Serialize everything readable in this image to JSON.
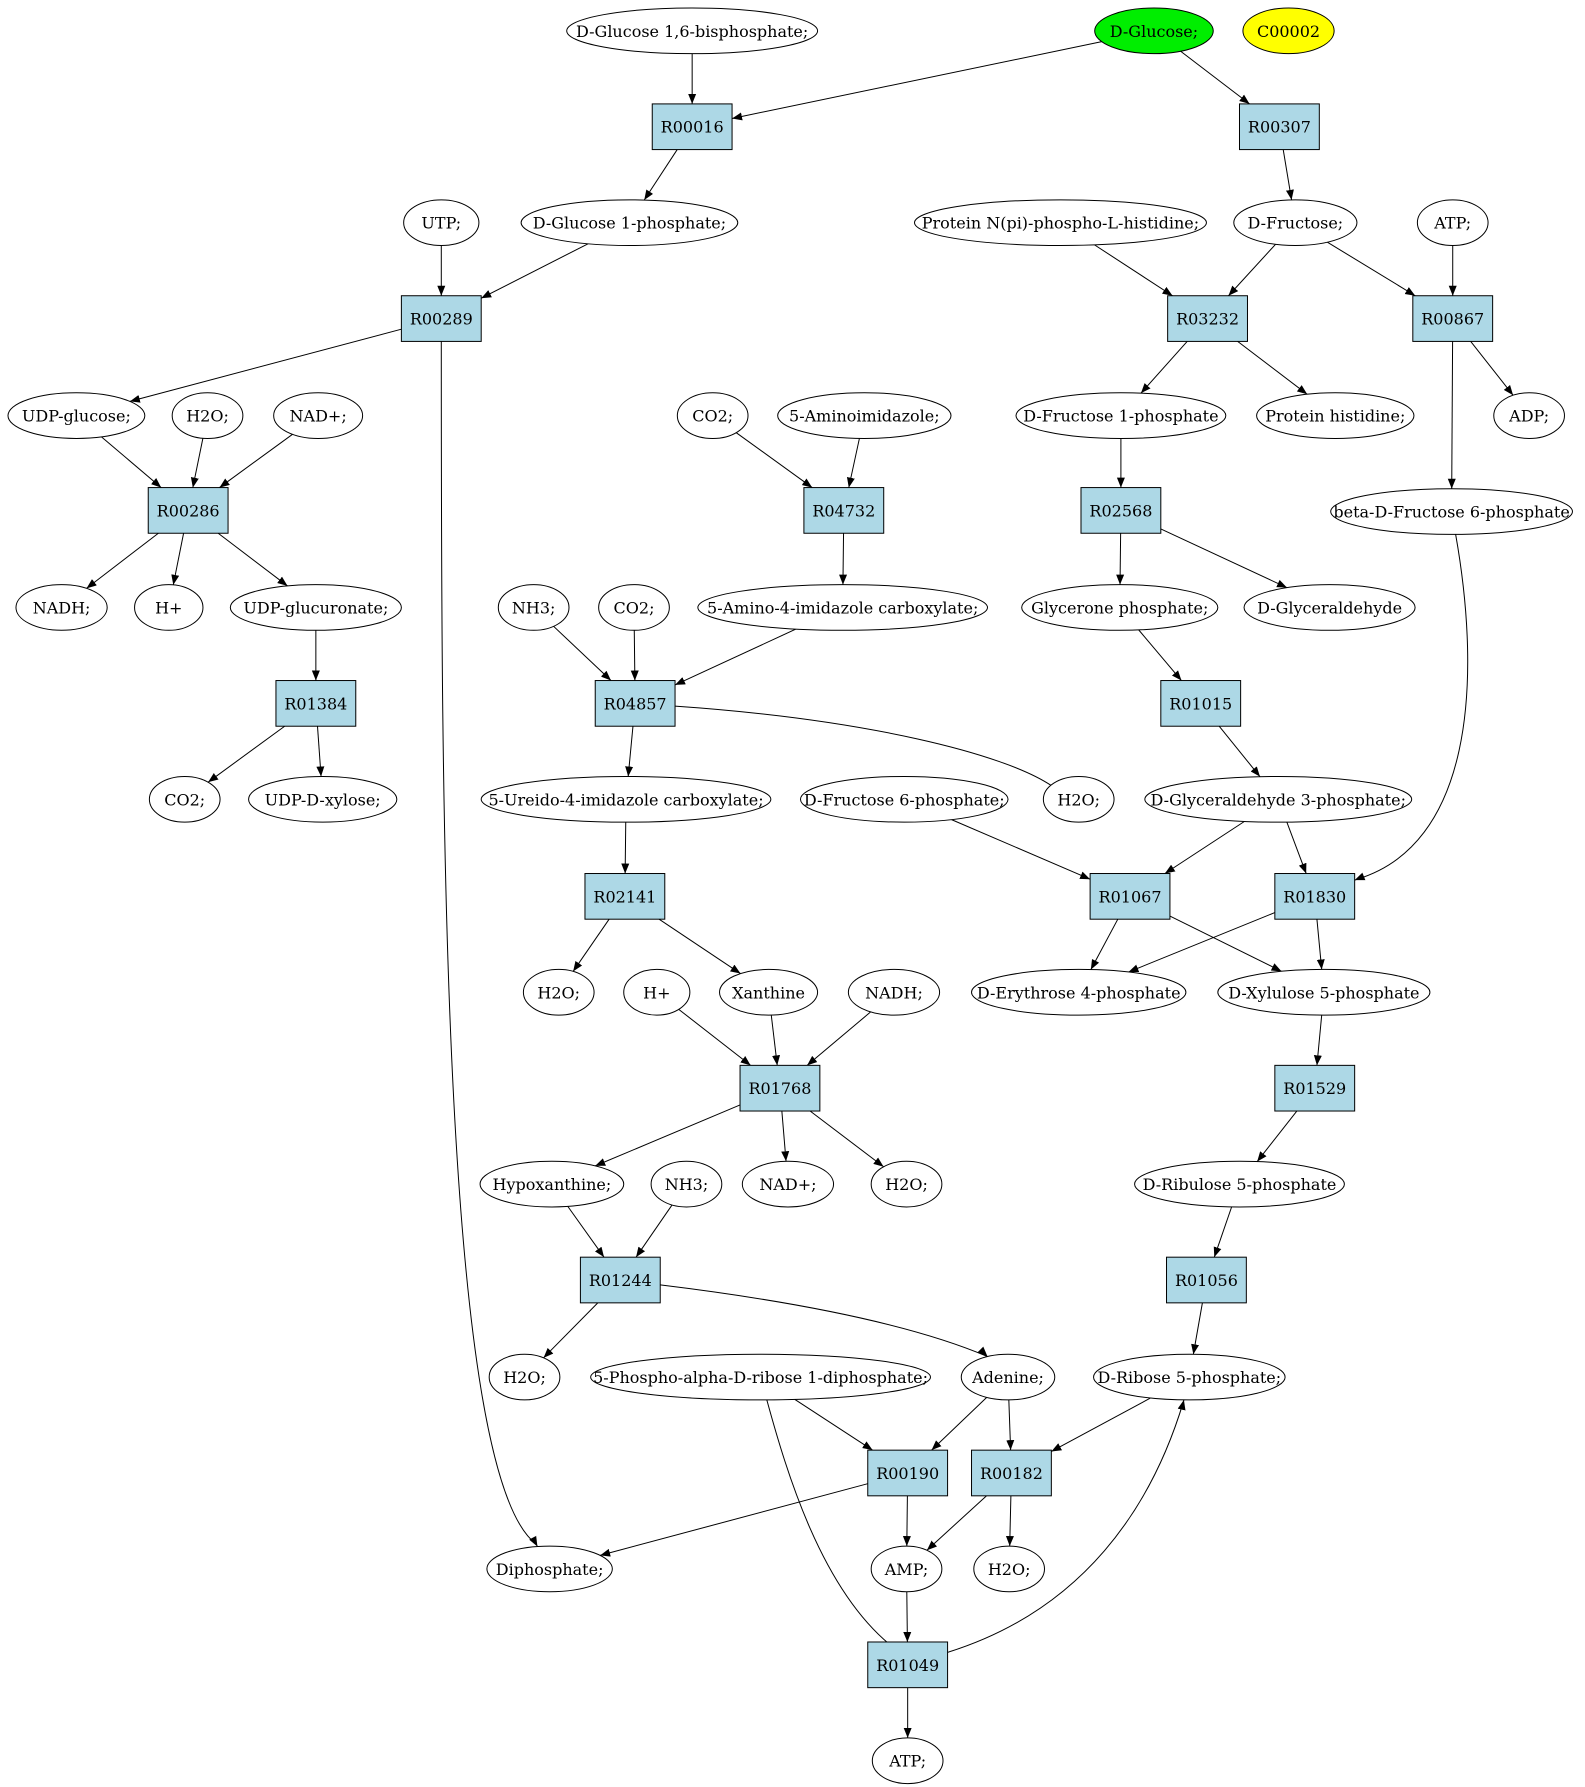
{
  "colors": {
    "reaction_fill": "#add8e6",
    "metabolite_fill": "#ffffff",
    "highlight_green": "#00ee00",
    "highlight_yellow": "#ffff00",
    "stroke": "#000000"
  },
  "nodes": [
    {
      "id": "m_g16bp",
      "type": "metabolite",
      "label": "D-Glucose 1,6-bisphosphate;"
    },
    {
      "id": "m_dglucose",
      "type": "metabolite",
      "label": "D-Glucose;",
      "fill": "highlight_green"
    },
    {
      "id": "m_c00002",
      "type": "metabolite",
      "label": "C00002",
      "fill": "highlight_yellow"
    },
    {
      "id": "r00016",
      "type": "reaction",
      "label": "R00016"
    },
    {
      "id": "r00307",
      "type": "reaction",
      "label": "R00307"
    },
    {
      "id": "m_utp",
      "type": "metabolite",
      "label": "UTP;"
    },
    {
      "id": "m_g1p",
      "type": "metabolite",
      "label": "D-Glucose 1-phosphate;"
    },
    {
      "id": "m_protnphis",
      "type": "metabolite",
      "label": "Protein N(pi)-phospho-L-histidine;"
    },
    {
      "id": "m_dfructose",
      "type": "metabolite",
      "label": "D-Fructose;"
    },
    {
      "id": "m_atp_top",
      "type": "metabolite",
      "label": "ATP;"
    },
    {
      "id": "r00289",
      "type": "reaction",
      "label": "R00289"
    },
    {
      "id": "r03232",
      "type": "reaction",
      "label": "R03232"
    },
    {
      "id": "r00867",
      "type": "reaction",
      "label": "R00867"
    },
    {
      "id": "m_udpglc",
      "type": "metabolite",
      "label": "UDP-glucose;"
    },
    {
      "id": "m_h2o_1",
      "type": "metabolite",
      "label": "H2O;"
    },
    {
      "id": "m_nad_1",
      "type": "metabolite",
      "label": "NAD+;"
    },
    {
      "id": "m_co2_1",
      "type": "metabolite",
      "label": "CO2;"
    },
    {
      "id": "m_5aimid",
      "type": "metabolite",
      "label": "5-Aminoimidazole;"
    },
    {
      "id": "m_f1p",
      "type": "metabolite",
      "label": "D-Fructose 1-phosphate"
    },
    {
      "id": "m_prothis",
      "type": "metabolite",
      "label": "Protein histidine;"
    },
    {
      "id": "m_adp",
      "type": "metabolite",
      "label": "ADP;"
    },
    {
      "id": "r00286",
      "type": "reaction",
      "label": "R00286"
    },
    {
      "id": "r04732",
      "type": "reaction",
      "label": "R04732"
    },
    {
      "id": "r02568",
      "type": "reaction",
      "label": "R02568"
    },
    {
      "id": "m_bf6p",
      "type": "metabolite",
      "label": "beta-D-Fructose 6-phosphate"
    },
    {
      "id": "m_nadh_1",
      "type": "metabolite",
      "label": "NADH;"
    },
    {
      "id": "m_hplus_1",
      "type": "metabolite",
      "label": "H+"
    },
    {
      "id": "m_udpgluc",
      "type": "metabolite",
      "label": "UDP-glucuronate;"
    },
    {
      "id": "m_nh3_1",
      "type": "metabolite",
      "label": "NH3;"
    },
    {
      "id": "m_co2_2",
      "type": "metabolite",
      "label": "CO2;"
    },
    {
      "id": "m_5a4ic",
      "type": "metabolite",
      "label": "5-Amino-4-imidazole carboxylate;"
    },
    {
      "id": "m_glyp",
      "type": "metabolite",
      "label": "Glycerone phosphate;"
    },
    {
      "id": "m_dglyald",
      "type": "metabolite",
      "label": "D-Glyceraldehyde"
    },
    {
      "id": "r01384",
      "type": "reaction",
      "label": "R01384"
    },
    {
      "id": "r04857",
      "type": "reaction",
      "label": "R04857"
    },
    {
      "id": "r01015",
      "type": "reaction",
      "label": "R01015"
    },
    {
      "id": "m_co2_3",
      "type": "metabolite",
      "label": "CO2;"
    },
    {
      "id": "m_udpxyl",
      "type": "metabolite",
      "label": "UDP-D-xylose;"
    },
    {
      "id": "m_5u4ic",
      "type": "metabolite",
      "label": "5-Ureido-4-imidazole carboxylate;"
    },
    {
      "id": "m_f6p",
      "type": "metabolite",
      "label": "D-Fructose 6-phosphate;"
    },
    {
      "id": "m_h2o_2",
      "type": "metabolite",
      "label": "H2O;"
    },
    {
      "id": "m_g3p",
      "type": "metabolite",
      "label": "D-Glyceraldehyde 3-phosphate;"
    },
    {
      "id": "r02141",
      "type": "reaction",
      "label": "R02141"
    },
    {
      "id": "r01067",
      "type": "reaction",
      "label": "R01067"
    },
    {
      "id": "r01830",
      "type": "reaction",
      "label": "R01830"
    },
    {
      "id": "m_h2o_3",
      "type": "metabolite",
      "label": "H2O;"
    },
    {
      "id": "m_hplus_2",
      "type": "metabolite",
      "label": "H+"
    },
    {
      "id": "m_xanthine",
      "type": "metabolite",
      "label": "Xanthine"
    },
    {
      "id": "m_nadh_2",
      "type": "metabolite",
      "label": "NADH;"
    },
    {
      "id": "m_e4p",
      "type": "metabolite",
      "label": "D-Erythrose 4-phosphate"
    },
    {
      "id": "m_x5p",
      "type": "metabolite",
      "label": "D-Xylulose 5-phosphate"
    },
    {
      "id": "r01768",
      "type": "reaction",
      "label": "R01768"
    },
    {
      "id": "r01529",
      "type": "reaction",
      "label": "R01529"
    },
    {
      "id": "m_hypox",
      "type": "metabolite",
      "label": "Hypoxanthine;"
    },
    {
      "id": "m_nh3_2",
      "type": "metabolite",
      "label": "NH3;"
    },
    {
      "id": "m_nad_2",
      "type": "metabolite",
      "label": "NAD+;"
    },
    {
      "id": "m_h2o_4",
      "type": "metabolite",
      "label": "H2O;"
    },
    {
      "id": "m_ru5p",
      "type": "metabolite",
      "label": "D-Ribulose 5-phosphate"
    },
    {
      "id": "r01244",
      "type": "reaction",
      "label": "R01244"
    },
    {
      "id": "r01056",
      "type": "reaction",
      "label": "R01056"
    },
    {
      "id": "m_h2o_5",
      "type": "metabolite",
      "label": "H2O;"
    },
    {
      "id": "m_prpp",
      "type": "metabolite",
      "label": "5-Phospho-alpha-D-ribose 1-diphosphate;"
    },
    {
      "id": "m_adenine",
      "type": "metabolite",
      "label": "Adenine;"
    },
    {
      "id": "m_r5p",
      "type": "metabolite",
      "label": "D-Ribose 5-phosphate;"
    },
    {
      "id": "r00190",
      "type": "reaction",
      "label": "R00190"
    },
    {
      "id": "r00182",
      "type": "reaction",
      "label": "R00182"
    },
    {
      "id": "m_diphos",
      "type": "metabolite",
      "label": "Diphosphate;"
    },
    {
      "id": "m_amp",
      "type": "metabolite",
      "label": "AMP;"
    },
    {
      "id": "m_h2o_6",
      "type": "metabolite",
      "label": "H2O;"
    },
    {
      "id": "r01049",
      "type": "reaction",
      "label": "R01049"
    },
    {
      "id": "m_atp_bot",
      "type": "metabolite",
      "label": "ATP;"
    }
  ],
  "edges": [
    [
      "m_g16bp",
      "r00016"
    ],
    [
      "m_dglucose",
      "r00016"
    ],
    [
      "m_dglucose",
      "r00307"
    ],
    [
      "r00016",
      "m_g1p"
    ],
    [
      "r00307",
      "m_dfructose"
    ],
    [
      "m_utp",
      "r00289"
    ],
    [
      "m_g1p",
      "r00289"
    ],
    [
      "m_protnphis",
      "r03232"
    ],
    [
      "m_dfructose",
      "r03232"
    ],
    [
      "m_dfructose",
      "r00867"
    ],
    [
      "m_atp_top",
      "r00867"
    ],
    [
      "r00289",
      "m_udpglc"
    ],
    [
      "r00289",
      "m_diphos"
    ],
    [
      "r03232",
      "m_f1p"
    ],
    [
      "r03232",
      "m_prothis"
    ],
    [
      "r00867",
      "m_adp"
    ],
    [
      "r00867",
      "m_bf6p"
    ],
    [
      "m_udpglc",
      "r00286"
    ],
    [
      "m_h2o_1",
      "r00286"
    ],
    [
      "m_nad_1",
      "r00286"
    ],
    [
      "m_co2_1",
      "r04732"
    ],
    [
      "m_5aimid",
      "r04732"
    ],
    [
      "m_f1p",
      "r02568"
    ],
    [
      "r00286",
      "m_nadh_1"
    ],
    [
      "r00286",
      "m_hplus_1"
    ],
    [
      "r00286",
      "m_udpgluc"
    ],
    [
      "r04732",
      "m_5a4ic"
    ],
    [
      "r02568",
      "m_glyp"
    ],
    [
      "r02568",
      "m_dglyald"
    ],
    [
      "m_udpgluc",
      "r01384"
    ],
    [
      "m_nh3_1",
      "r04857"
    ],
    [
      "m_co2_2",
      "r04857"
    ],
    [
      "m_5a4ic",
      "r04857"
    ],
    [
      "m_glyp",
      "r01015"
    ],
    [
      "r01384",
      "m_co2_3"
    ],
    [
      "r01384",
      "m_udpxyl"
    ],
    [
      "r04857",
      "m_5u4ic"
    ],
    [
      "r04857",
      "m_h2o_2"
    ],
    [
      "r01015",
      "m_g3p"
    ],
    [
      "m_5u4ic",
      "r02141"
    ],
    [
      "m_f6p",
      "r01067"
    ],
    [
      "m_g3p",
      "r01067"
    ],
    [
      "m_g3p",
      "r01830"
    ],
    [
      "m_bf6p",
      "r01830"
    ],
    [
      "r02141",
      "m_h2o_3"
    ],
    [
      "r02141",
      "m_xanthine"
    ],
    [
      "r01067",
      "m_e4p"
    ],
    [
      "r01067",
      "m_x5p"
    ],
    [
      "r01830",
      "m_e4p"
    ],
    [
      "r01830",
      "m_x5p"
    ],
    [
      "m_hplus_2",
      "r01768"
    ],
    [
      "m_xanthine",
      "r01768"
    ],
    [
      "m_nadh_2",
      "r01768"
    ],
    [
      "m_x5p",
      "r01529"
    ],
    [
      "r01768",
      "m_hypox"
    ],
    [
      "r01768",
      "m_nad_2"
    ],
    [
      "r01768",
      "m_h2o_4"
    ],
    [
      "r01529",
      "m_ru5p"
    ],
    [
      "m_hypox",
      "r01244"
    ],
    [
      "m_nh3_2",
      "r01244"
    ],
    [
      "m_ru5p",
      "r01056"
    ],
    [
      "r01244",
      "m_h2o_5"
    ],
    [
      "r01244",
      "m_adenine"
    ],
    [
      "r01056",
      "m_r5p"
    ],
    [
      "m_prpp",
      "r00190"
    ],
    [
      "m_adenine",
      "r00190"
    ],
    [
      "m_adenine",
      "r00182"
    ],
    [
      "m_r5p",
      "r00182"
    ],
    [
      "m_prpp",
      "r01049"
    ],
    [
      "r00190",
      "m_diphos"
    ],
    [
      "r00190",
      "m_amp"
    ],
    [
      "r00182",
      "m_amp"
    ],
    [
      "r00182",
      "m_h2o_6"
    ],
    [
      "m_amp",
      "r01049"
    ],
    [
      "r01049",
      "m_atp_bot"
    ],
    [
      "r01049",
      "m_r5p"
    ]
  ]
}
